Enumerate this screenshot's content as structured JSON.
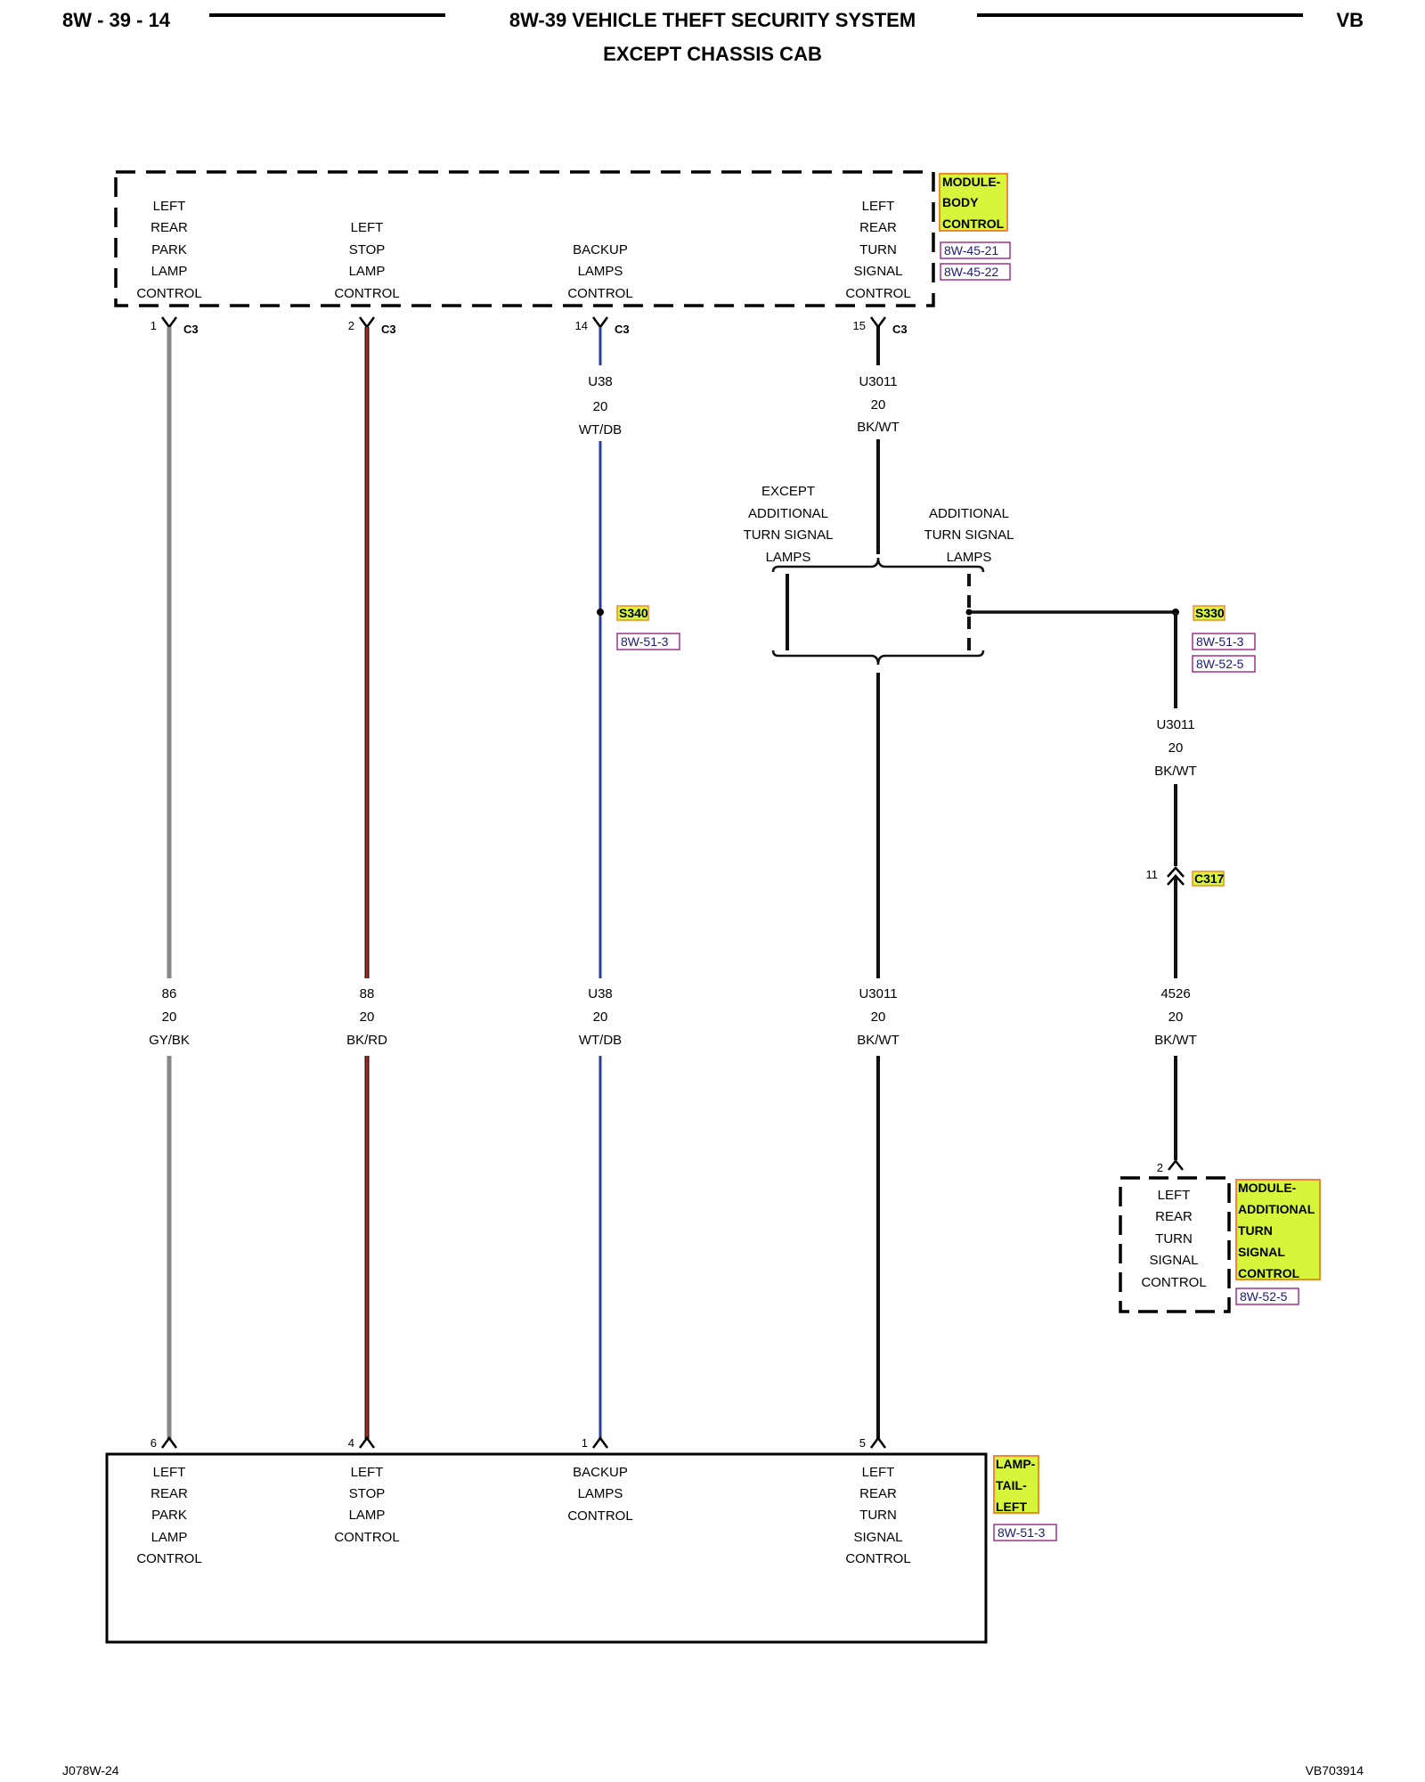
{
  "header": {
    "page_code": "8W - 39 - 14",
    "title": "8W-39 VEHICLE THEFT SECURITY SYSTEM",
    "subtitle": "EXCEPT CHASSIS CAB",
    "model": "VB"
  },
  "footer": {
    "left": "J078W-24",
    "right": "VB703914"
  },
  "body_module": {
    "tag_lines": [
      "MODULE-",
      "BODY",
      "CONTROL"
    ],
    "refs": [
      "8W-45-21",
      "8W-45-22"
    ],
    "circuits": [
      {
        "lines": [
          "LEFT",
          "REAR",
          "PARK",
          "LAMP",
          "CONTROL"
        ],
        "pin": "1",
        "connector": "C3"
      },
      {
        "lines": [
          "LEFT",
          "STOP",
          "LAMP",
          "CONTROL"
        ],
        "pin": "2",
        "connector": "C3"
      },
      {
        "lines": [
          "BACKUP",
          "LAMPS",
          "CONTROL"
        ],
        "pin": "14",
        "connector": "C3"
      },
      {
        "lines": [
          "LEFT",
          "REAR",
          "TURN",
          "SIGNAL",
          "CONTROL"
        ],
        "pin": "15",
        "connector": "C3"
      }
    ]
  },
  "upper_wire_labels": [
    {
      "circuit": "U38",
      "gauge": "20",
      "color": "WT/DB"
    },
    {
      "circuit": "U3011",
      "gauge": "20",
      "color": "BK/WT"
    }
  ],
  "option_labels": {
    "left": [
      "EXCEPT",
      "ADDITIONAL",
      "TURN SIGNAL",
      "LAMPS"
    ],
    "right": [
      "ADDITIONAL",
      "TURN SIGNAL",
      "LAMPS"
    ]
  },
  "splices": [
    {
      "tag": "S340",
      "refs": [
        "8W-51-3"
      ]
    },
    {
      "tag": "S330",
      "refs": [
        "8W-51-3",
        "8W-52-5"
      ]
    }
  ],
  "s330_wire": {
    "circuit": "U3011",
    "gauge": "20",
    "color": "BK/WT"
  },
  "c317": {
    "pin": "11",
    "tag": "C317"
  },
  "lower_wire_labels": [
    {
      "circuit": "86",
      "gauge": "20",
      "color": "GY/BK"
    },
    {
      "circuit": "88",
      "gauge": "20",
      "color": "BK/RD"
    },
    {
      "circuit": "U38",
      "gauge": "20",
      "color": "WT/DB"
    },
    {
      "circuit": "U3011",
      "gauge": "20",
      "color": "BK/WT"
    },
    {
      "circuit": "4526",
      "gauge": "20",
      "color": "BK/WT"
    }
  ],
  "turn_module": {
    "pin": "2",
    "lines": [
      "LEFT",
      "REAR",
      "TURN",
      "SIGNAL",
      "CONTROL"
    ],
    "tag_lines": [
      "MODULE-",
      "ADDITIONAL",
      "TURN",
      "SIGNAL",
      "CONTROL"
    ],
    "refs": [
      "8W-52-5"
    ]
  },
  "tail_lamp": {
    "tag_lines": [
      "LAMP-",
      "TAIL-",
      "LEFT"
    ],
    "refs": [
      "8W-51-3"
    ],
    "circuits": [
      {
        "pin": "6",
        "lines": [
          "LEFT",
          "REAR",
          "PARK",
          "LAMP",
          "CONTROL"
        ]
      },
      {
        "pin": "4",
        "lines": [
          "LEFT",
          "STOP",
          "LAMP",
          "CONTROL"
        ]
      },
      {
        "pin": "1",
        "lines": [
          "BACKUP",
          "LAMPS",
          "CONTROL"
        ]
      },
      {
        "pin": "5",
        "lines": [
          "LEFT",
          "REAR",
          "TURN",
          "SIGNAL",
          "CONTROL"
        ]
      }
    ]
  },
  "colors": {
    "tag_fill": "#d7f53a",
    "tag_border": "#f08a30",
    "ref_border": "#a0308a",
    "wire_gray": "#888888",
    "wire_red": "#b3261e",
    "wire_blue": "#2a3f9a",
    "wire_black": "#111111"
  }
}
